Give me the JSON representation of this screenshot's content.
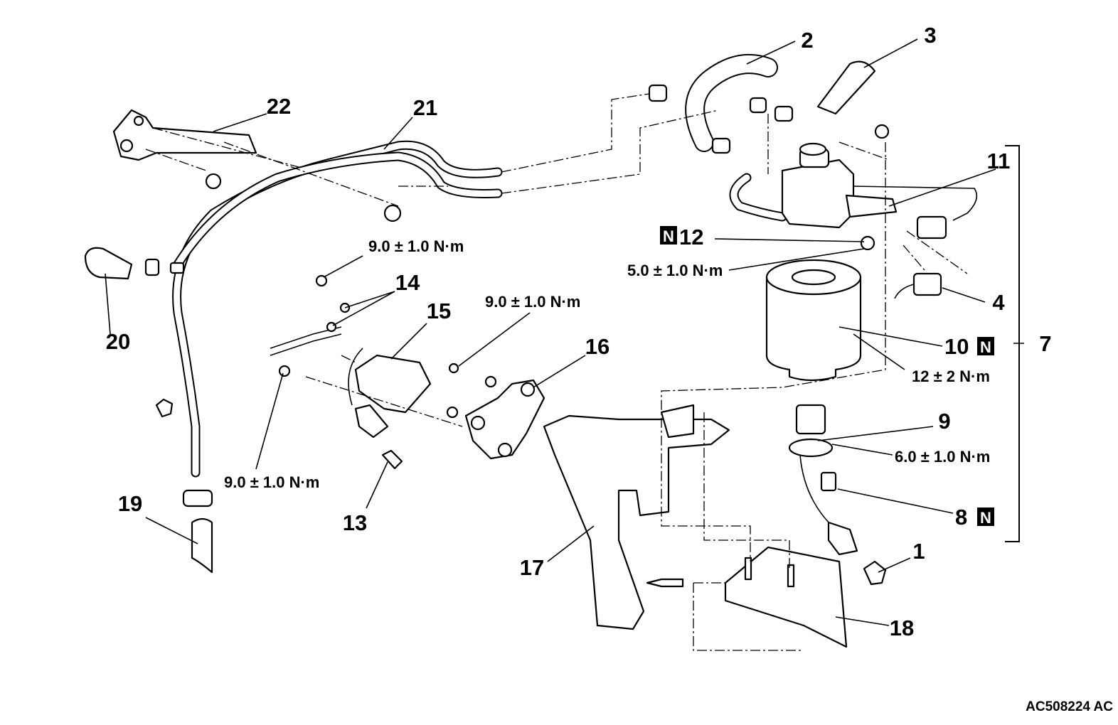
{
  "diagram": {
    "figure_code": "AC508224 AC",
    "new_part_marker": "N",
    "labels": {
      "p1": "1",
      "p2": "2",
      "p3": "3",
      "p4": "4",
      "p7": "7",
      "p8": "8",
      "p9": "9",
      "p10": "10",
      "p11": "11",
      "p12": "12",
      "p13": "13",
      "p14": "14",
      "p15": "15",
      "p16": "16",
      "p17": "17",
      "p18": "18",
      "p19": "19",
      "p20": "20",
      "p21": "21",
      "p22": "22"
    },
    "torques": {
      "t_14": "9.0 ± 1.0 N·m",
      "t_16": "9.0 ± 1.0 N·m",
      "t_15_lower": "9.0 ± 1.0 N·m",
      "t_12": "5.0 ± 1.0 N·m",
      "t_10": "12 ± 2 N·m",
      "t_9": "6.0 ± 1.0 N·m"
    }
  }
}
